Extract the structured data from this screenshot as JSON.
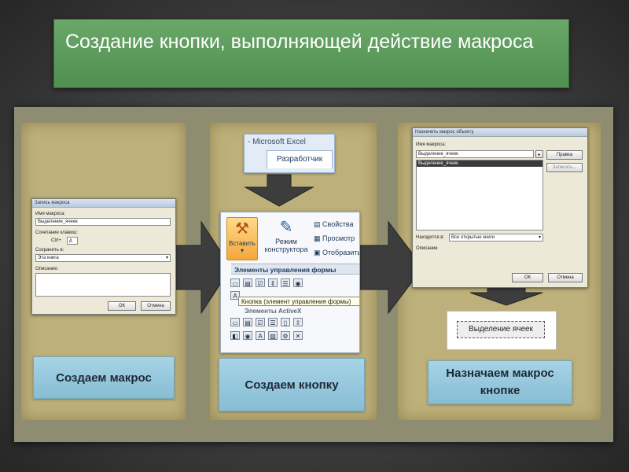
{
  "slide": {
    "title": "Создание кнопки, выполняющей действие макроса"
  },
  "captions": {
    "step1": "Создаем макрос",
    "step2": "Создаем кнопку",
    "step3": "Назначаем макрос кнопке"
  },
  "record_dialog": {
    "title": "Запись макроса",
    "macro_name_label": "Имя макроса:",
    "macro_name_value": "Выделение_ячеек",
    "shortcut_label": "Сочетание клавиш:",
    "ctrl_label": "Ctrl+",
    "ctrl_value": "д",
    "save_in_label": "Сохранить в:",
    "save_in_value": "Эта книга",
    "description_label": "Описание:",
    "ok": "ОК",
    "cancel": "Отмена"
  },
  "excel_ribbon": {
    "app_title": "- Microsoft Excel",
    "tab_developer": "Разработчик",
    "insert": "Вставить",
    "design_mode": "Режим конструктора",
    "properties": "Свойства",
    "view": "Просмотр",
    "display": "Отобразить",
    "form_controls": "Элементы управления формы",
    "tooltip": "Кнопка (элемент управления формы)",
    "activex_controls": "Элементы ActiveX"
  },
  "assign_dialog": {
    "title": "Назначить макрос объекту",
    "macro_name_label": "Имя макроса:",
    "macro_name_value": "Выделение_ячеек",
    "list_item": "Выделение_ячеек",
    "edit": "Правка",
    "record": "Записать...",
    "located_in_label": "Находится в:",
    "located_in_value": "Все открытые книги",
    "description_label": "Описание",
    "ok": "ОК",
    "cancel": "Отмена"
  },
  "result_button": {
    "label": "Выделение ячеек"
  }
}
